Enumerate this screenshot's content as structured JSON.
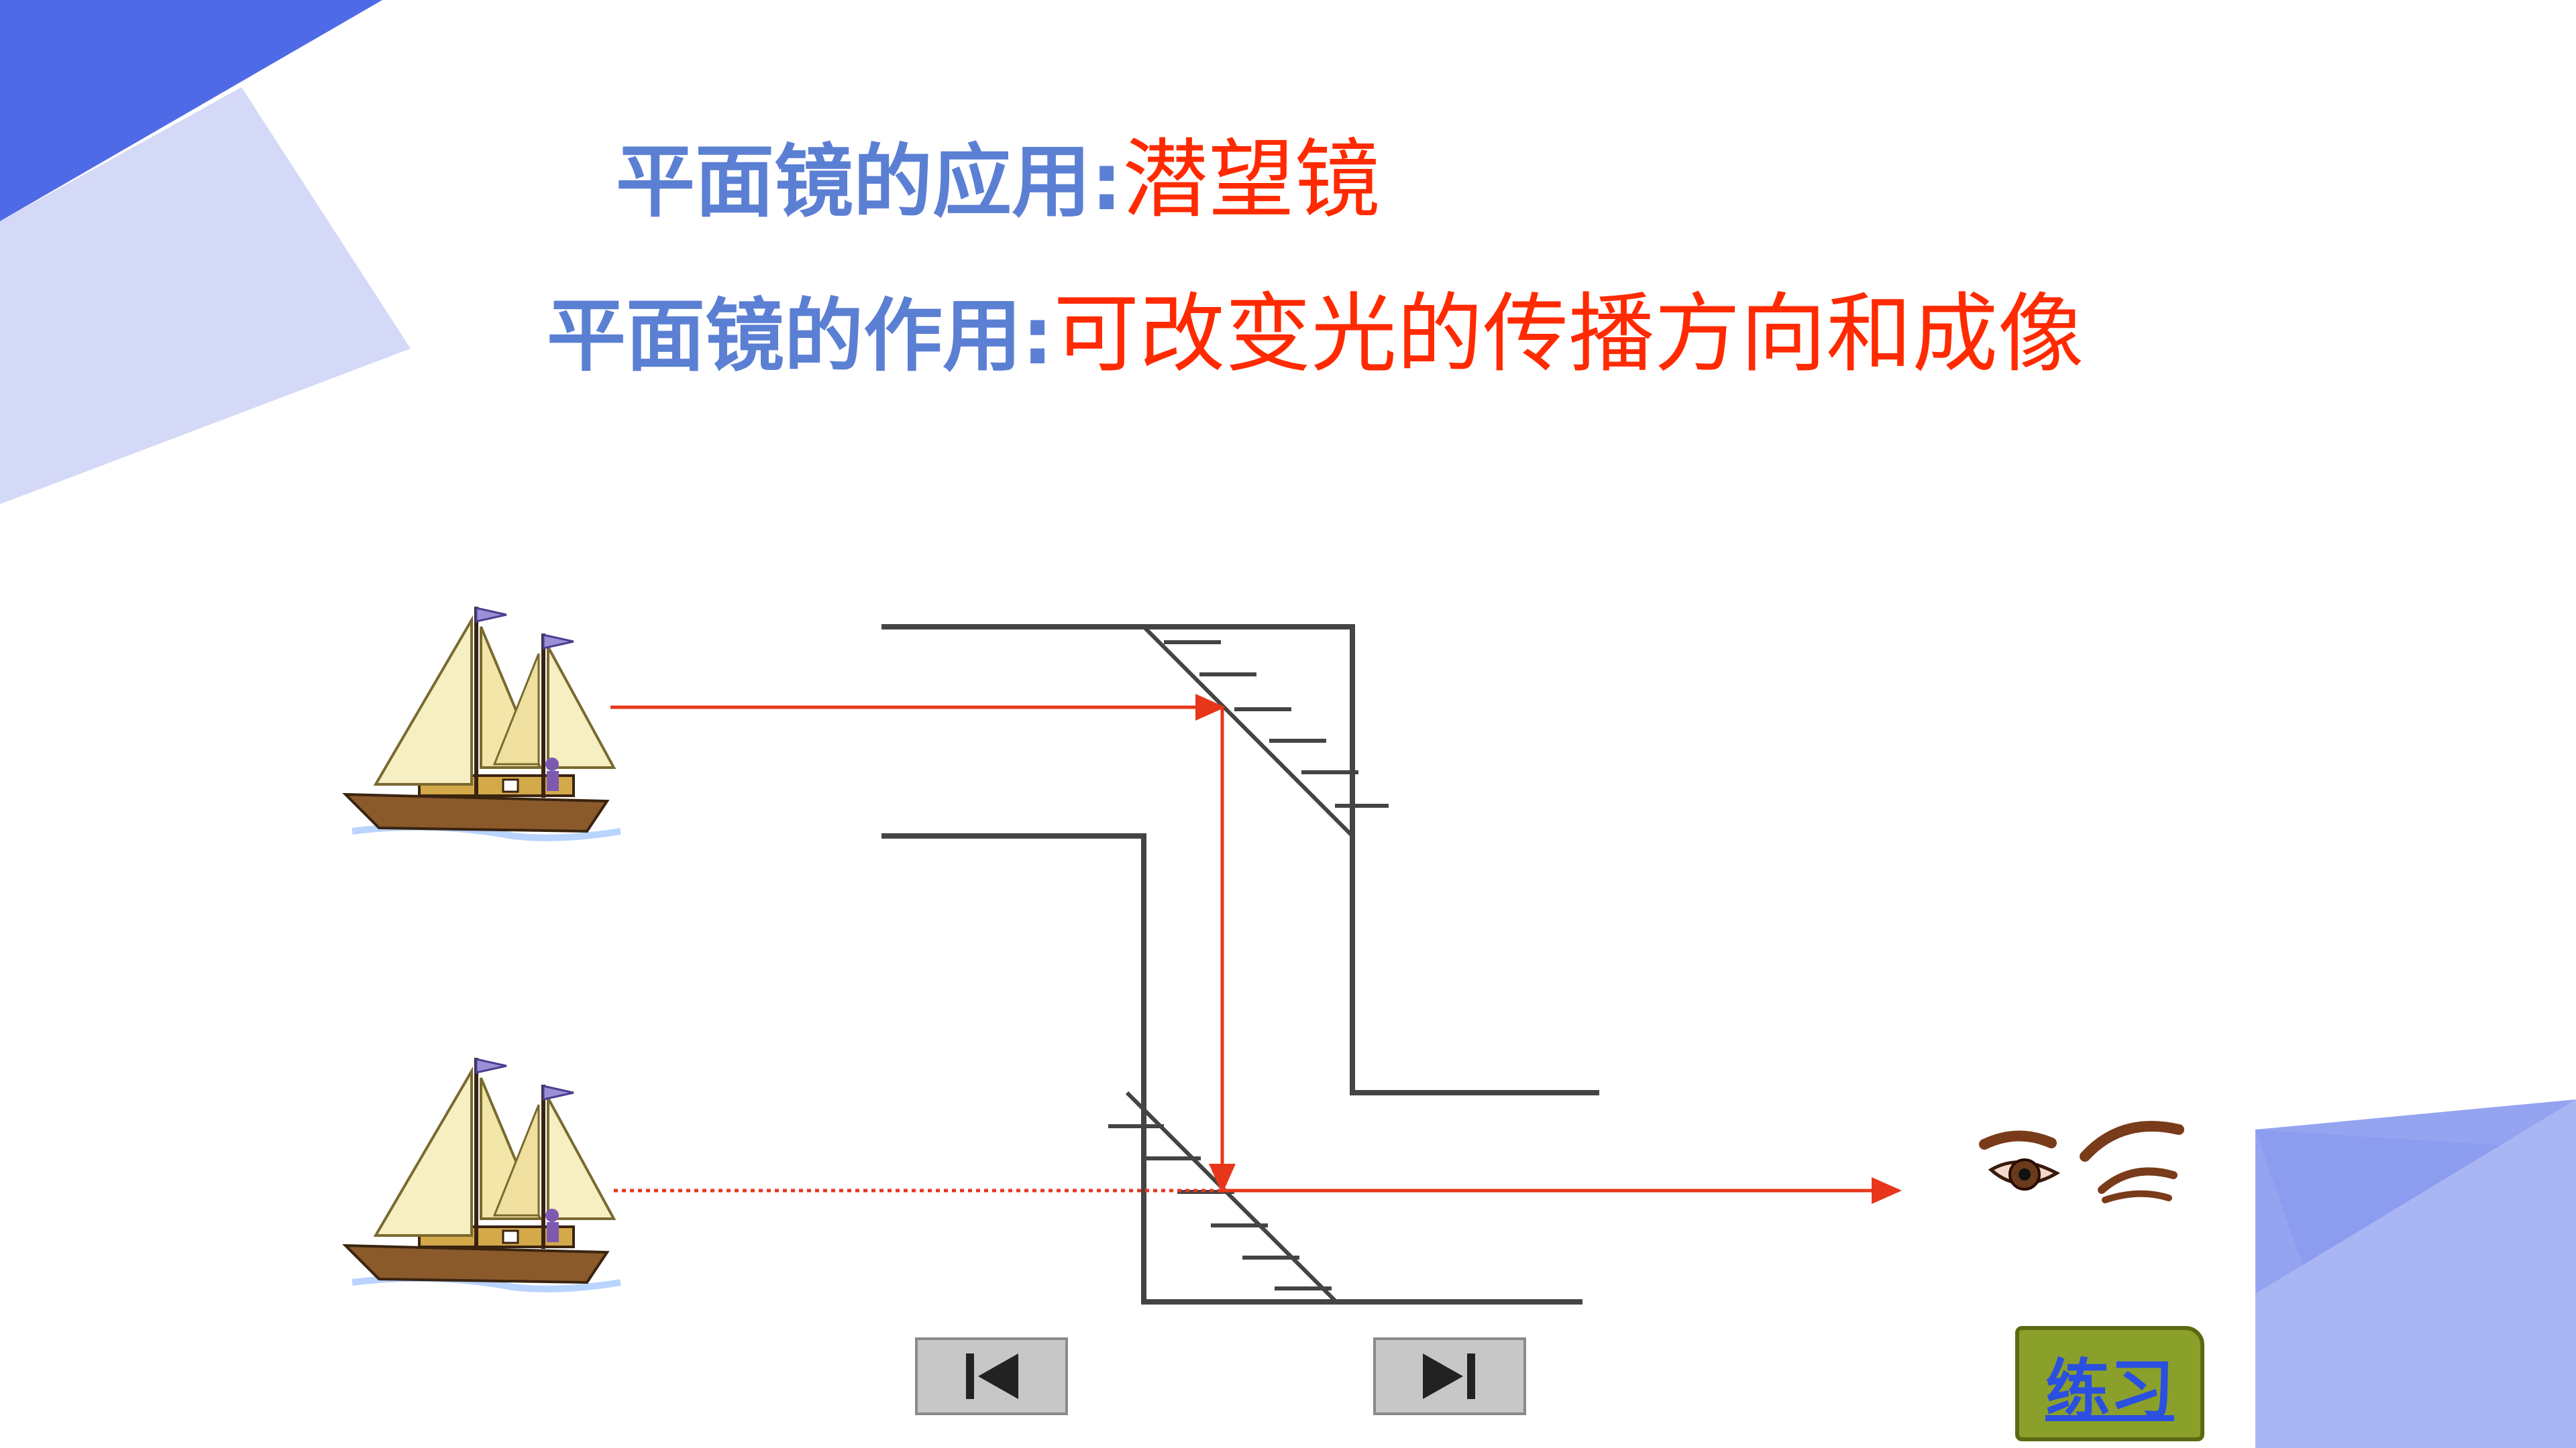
{
  "slide": {
    "line1": {
      "label": "平面镜的应用:",
      "value": "潜望镜"
    },
    "line2": {
      "label": "平面镜的作用:",
      "value": "可改变光的传播方向和成像"
    }
  },
  "controls": {
    "practice_label": "练习",
    "prev_icon": "skip-back-icon",
    "next_icon": "skip-forward-icon"
  },
  "colors": {
    "title_label": "#5b7fd3",
    "title_value": "#ff2a00",
    "light_ray": "#e8361a",
    "periscope": "#444444",
    "decor_blue": "#4f6ae6",
    "decor_light": "#d4d9f7"
  },
  "icons": [
    "sailboat-icon",
    "eyes-icon"
  ]
}
